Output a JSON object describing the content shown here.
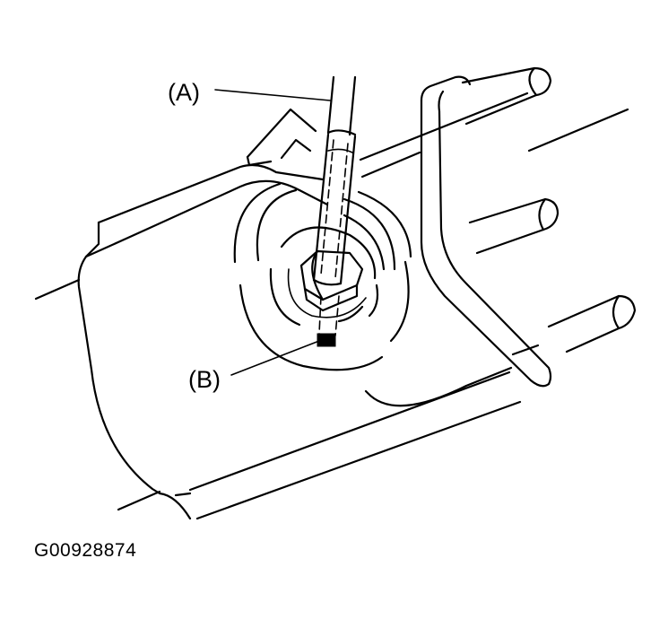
{
  "callouts": [
    {
      "id": "A",
      "label": "(A)"
    },
    {
      "id": "B",
      "label": "(B)"
    }
  ],
  "figure_id": "G00928874"
}
